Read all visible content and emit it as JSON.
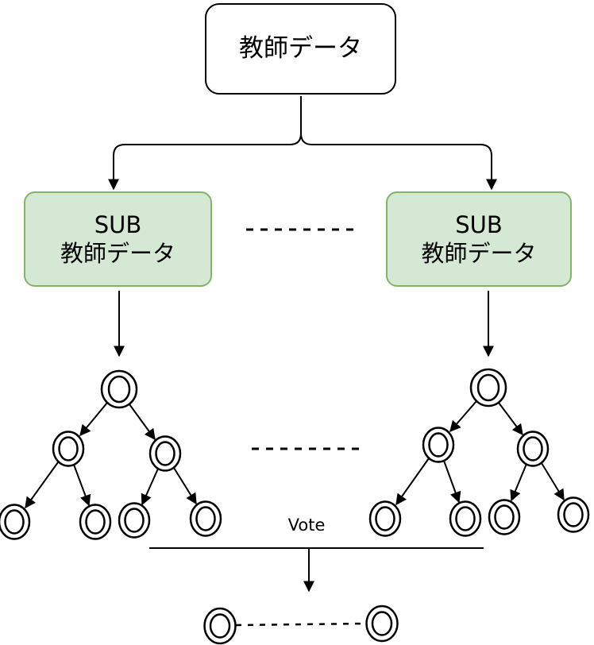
{
  "diagram": {
    "title_box": {
      "label": "教師データ"
    },
    "sub_box_left": {
      "line1": "SUB",
      "line2": "教師データ"
    },
    "sub_box_right": {
      "line1": "SUB",
      "line2": "教師データ"
    },
    "vote_label": "Vote",
    "colors": {
      "sub_box_fill": "#d5e8d4",
      "sub_box_border": "#82b366",
      "stroke": "#000000",
      "background": "#ffffff"
    }
  }
}
